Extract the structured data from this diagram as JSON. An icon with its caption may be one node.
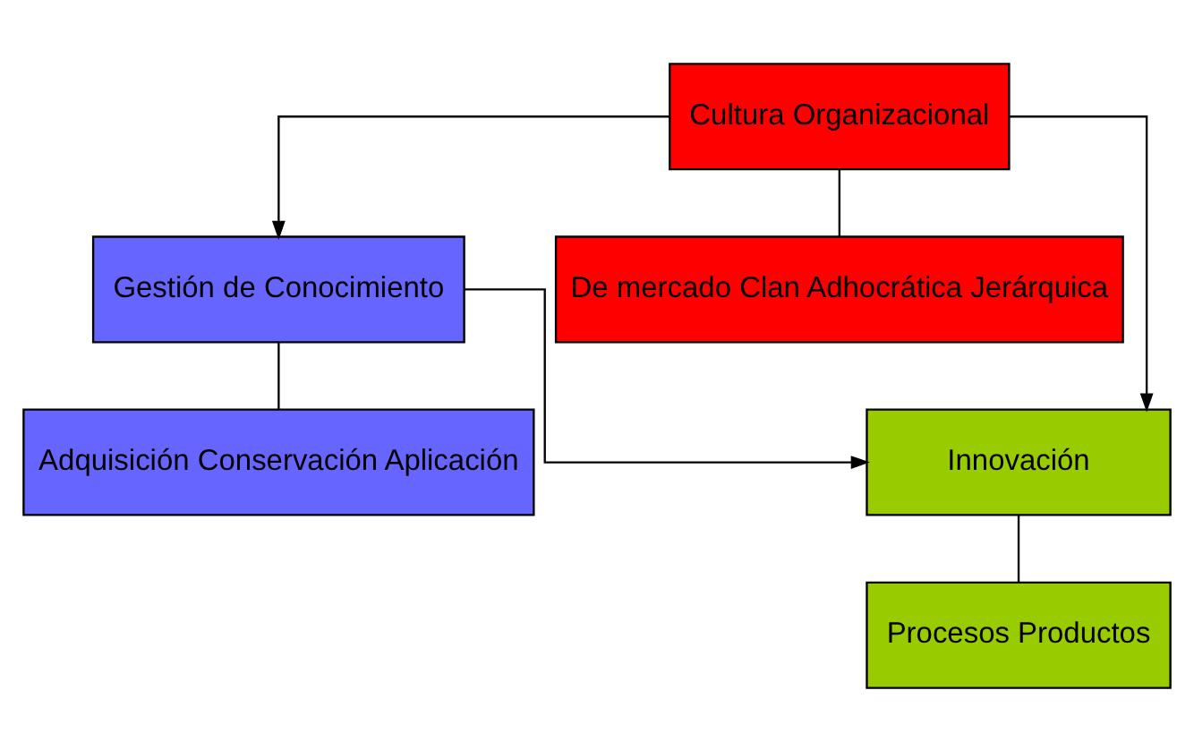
{
  "diagram": {
    "nodes": [
      {
        "text": [
          "Gestión de Conocimiento"
        ]
      },
      {
        "text": [
          "Adquisición Conservación Aplicación"
        ]
      },
      {
        "text": [
          "Cultura Organizacional"
        ]
      },
      {
        "text": [
          "De mercado Clan Adhocrática Jerárquica"
        ]
      },
      {
        "text": [
          "Innovación"
        ]
      },
      {
        "text": [
          "Procesos Productos"
        ]
      }
    ],
    "edges": [
      {
        "from": 0,
        "to": 1,
        "arrow": "none"
      },
      {
        "from": 2,
        "to": 0,
        "arrow": "to"
      },
      {
        "from": 0,
        "to": 4,
        "arrow": "to"
      },
      {
        "from": 2,
        "to": 3,
        "arrow": "none"
      },
      {
        "from": 2,
        "to": 4,
        "arrow": "to"
      },
      {
        "from": 4,
        "to": 5,
        "arrow": "none"
      }
    ]
  }
}
